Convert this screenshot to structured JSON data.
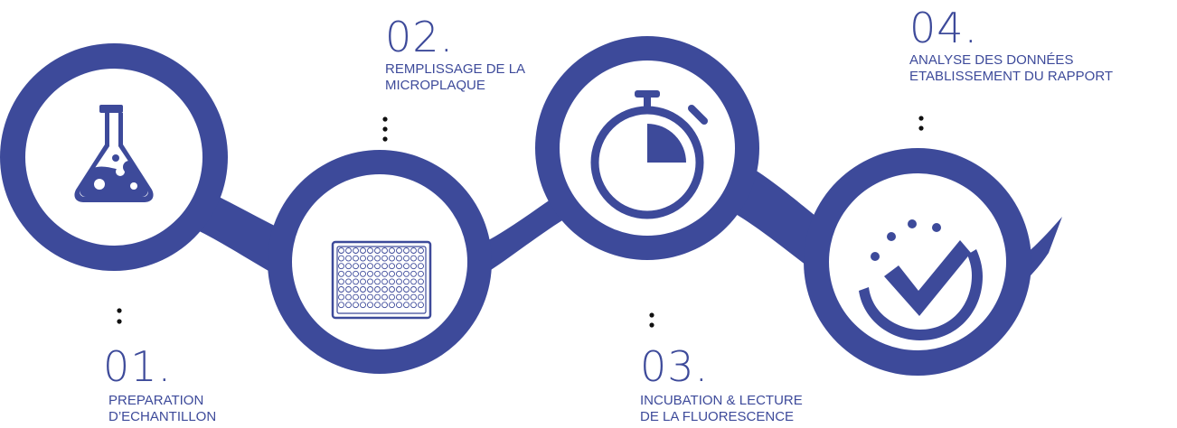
{
  "colors": {
    "brand": "#3d4a9a",
    "background": "#ffffff"
  },
  "steps": [
    {
      "number": "01.",
      "label_lines": [
        "PREPARATION",
        "D’ECHANTILLON"
      ],
      "icon": "flask-icon"
    },
    {
      "number": "02.",
      "label_lines": [
        "REMPLISSAGE DE LA",
        "MICROPLAQUE"
      ],
      "icon": "microplate-icon"
    },
    {
      "number": "03.",
      "label_lines": [
        "INCUBATION & LECTURE",
        "DE LA FLUORESCENCE"
      ],
      "icon": "stopwatch-icon"
    },
    {
      "number": "04.",
      "label_lines": [
        "ANALYSE DES DONNÉES",
        "ETABLISSEMENT DU RAPPORT"
      ],
      "icon": "check-circle-icon"
    }
  ]
}
